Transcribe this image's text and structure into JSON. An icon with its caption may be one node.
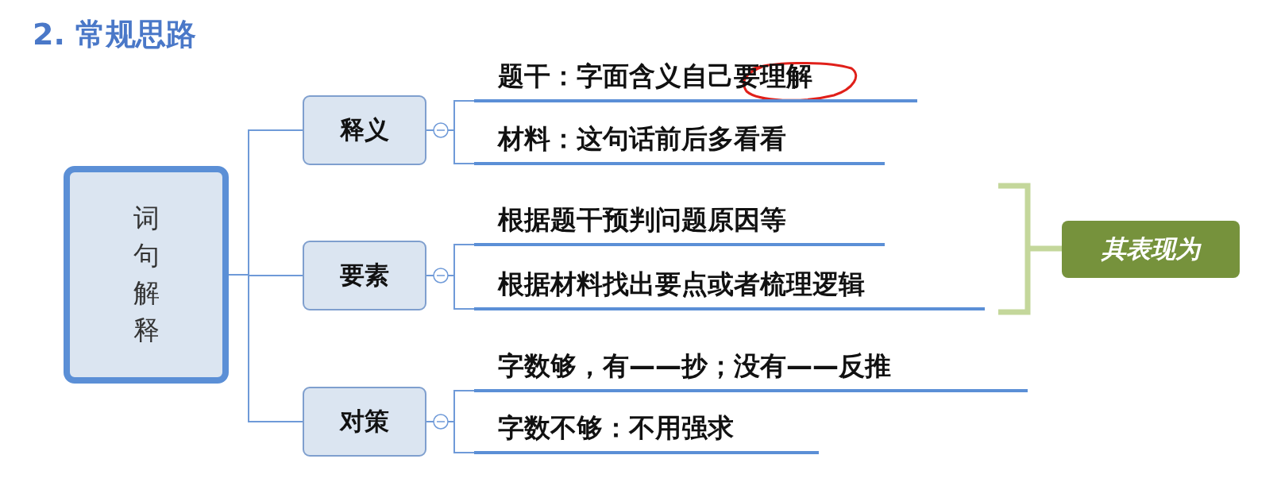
{
  "diagram": {
    "title": "2. 常规思路",
    "nodes": [
      {
        "text": [
          "词句解释"
        ]
      },
      {
        "text": [
          "释义"
        ]
      },
      {
        "text": [
          "题干：字面含义自己要理解"
        ]
      },
      {
        "text": [
          "材料：这句话前后多看看"
        ]
      },
      {
        "text": [
          "要素"
        ]
      },
      {
        "text": [
          "根据题干预判问题原因等"
        ]
      },
      {
        "text": [
          "根据材料找出要点或者梳理逻辑"
        ]
      },
      {
        "text": [
          "对策"
        ]
      },
      {
        "text": [
          "字数够，有——抄；没有——反推"
        ]
      },
      {
        "text": [
          "字数不够：不用强求"
        ]
      },
      {
        "text": [
          "其表现为"
        ]
      }
    ],
    "edges": [
      {
        "from": 0,
        "to": 1,
        "arrow": "none"
      },
      {
        "from": 0,
        "to": 4,
        "arrow": "none"
      },
      {
        "from": 0,
        "to": 7,
        "arrow": "none"
      },
      {
        "from": 1,
        "to": 2,
        "arrow": "none"
      },
      {
        "from": 1,
        "to": 3,
        "arrow": "none"
      },
      {
        "from": 4,
        "to": 5,
        "arrow": "none"
      },
      {
        "from": 4,
        "to": 6,
        "arrow": "none"
      },
      {
        "from": 7,
        "to": 8,
        "arrow": "none"
      },
      {
        "from": 7,
        "to": 9,
        "arrow": "none"
      }
    ]
  }
}
